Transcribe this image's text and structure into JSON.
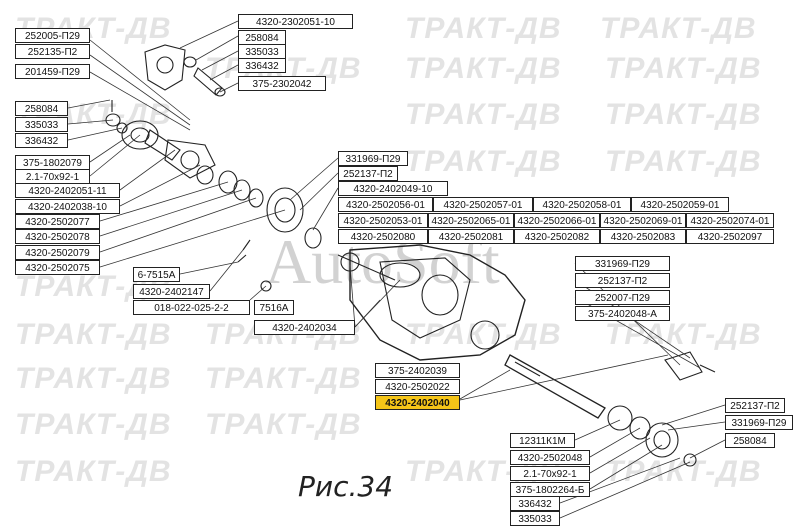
{
  "figure": {
    "caption": "Рис.34",
    "watermark": "ТРАКТ-ДВ",
    "center_watermark": "AutoSoft"
  },
  "labels": [
    "4320-2302051-10",
    "252005-П29",
    "258084",
    "252135-П2",
    "335033",
    "336432",
    "201459-П29",
    "375-2302042",
    "258084",
    "335033",
    "336432",
    "375-1802079",
    "2.1-70х92-1",
    "4320-2402051-11",
    "4320-2402038-10",
    "4320-2502077",
    "4320-2502078",
    "4320-2502079",
    "4320-2502075",
    "331969-П29",
    "252137-П2",
    "4320-2402049-10",
    "4320-2502056-01",
    "4320-2502057-01",
    "4320-2502058-01",
    "4320-2502059-01",
    "4320-2502053-01",
    "4320-2502065-01",
    "4320-2502066-01",
    "4320-2502069-01",
    "4320-2502074-01",
    "4320-2502080",
    "4320-2502081",
    "4320-2502082",
    "4320-2502083",
    "4320-2502097",
    "6-7515А",
    "4320-2402147",
    "018-022-025-2-2",
    "7516А",
    "4320-2402034",
    "331969-П29",
    "252137-П2",
    "252007-П29",
    "375-2402048-А",
    "375-2402039",
    "4320-2502022",
    "4320-2402040",
    "252137-П2",
    "331969-П29",
    "258084",
    "12311К1М",
    "4320-2502048",
    "2.1-70х92-1",
    "375-1802264-Б",
    "336432",
    "335033"
  ],
  "colors": {
    "highlight": "#f5c518",
    "line": "#222222",
    "watermark": "#e3e3e3"
  }
}
